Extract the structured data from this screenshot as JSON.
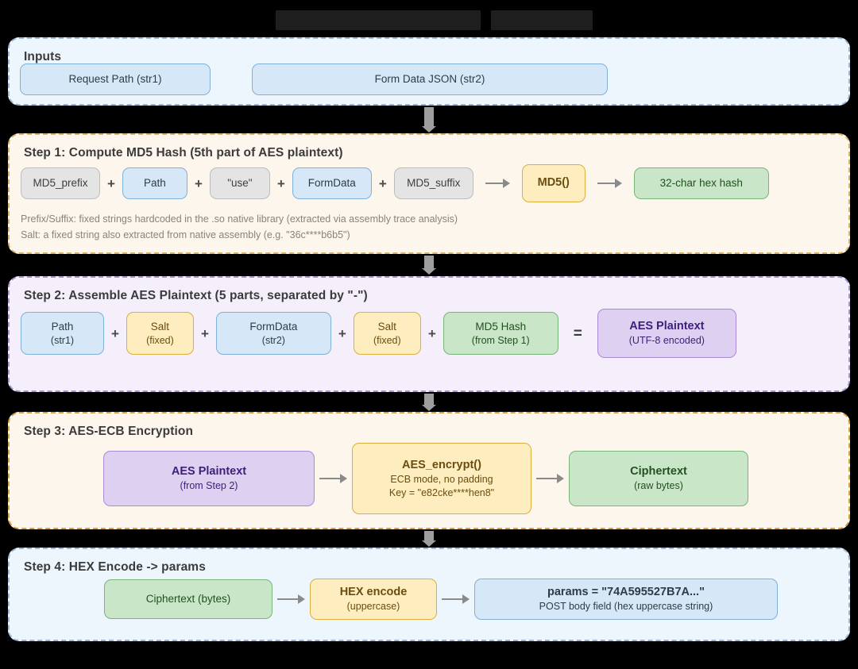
{
  "title_bars": {
    "redacted_1": "",
    "redacted_2": ""
  },
  "inputs": {
    "title": "Inputs",
    "items": [
      {
        "label": "Request Path (str1)"
      },
      {
        "label": "Form Data JSON (str2)"
      }
    ]
  },
  "step1": {
    "title": "Step 1: Compute MD5 Hash (5th part of AES plaintext)",
    "parts": [
      {
        "label": "MD5_prefix"
      },
      {
        "label": "Path"
      },
      {
        "label": "\"use\""
      },
      {
        "label": "FormData"
      },
      {
        "label": "MD5_suffix"
      }
    ],
    "plus": "+",
    "fn": "MD5()",
    "output": "32-char hex hash",
    "note_line1": "Prefix/Suffix: fixed strings hardcoded in the .so native library (extracted via assembly trace analysis)",
    "note_line2": "Salt: a fixed string also extracted from native assembly (e.g. \"36c****b6b5\")"
  },
  "step2": {
    "title": "Step 2: Assemble AES Plaintext (5 parts, separated by \"-\")",
    "plus": "+",
    "equals": "=",
    "parts": [
      {
        "line1": "Path",
        "line2": "(str1)"
      },
      {
        "line1": "Salt",
        "line2": "(fixed)"
      },
      {
        "line1": "FormData",
        "line2": "(str2)"
      },
      {
        "line1": "Salt",
        "line2": "(fixed)"
      },
      {
        "line1": "MD5 Hash",
        "line2": "(from Step 1)"
      }
    ],
    "result": {
      "line1": "AES Plaintext",
      "line2": "(UTF-8 encoded)"
    }
  },
  "step3": {
    "title": "Step 3: AES-ECB Encryption",
    "plaintext": {
      "line1": "AES Plaintext",
      "line2": "(from Step 2)"
    },
    "fn": {
      "line1": "AES_encrypt()",
      "line2": "ECB mode, no padding",
      "line3": "Key = \"e82cke****hen8\""
    },
    "ciphertext": {
      "line1": "Ciphertext",
      "line2": "(raw bytes)"
    }
  },
  "step4": {
    "title": "Step 4: HEX Encode -> params",
    "ciphertext": "Ciphertext (bytes)",
    "encode": {
      "line1": "HEX encode",
      "line2": "(uppercase)"
    },
    "output": {
      "line1": "params = \"74A595527B7A...\"",
      "line2": "POST body field (hex uppercase string)"
    }
  },
  "colors": {
    "background": "#000000",
    "blue_card": "#eef6fd",
    "yellow_card": "#fdf6ec",
    "purple_card": "#f5effc",
    "blue_node": "#d6e8f7",
    "gray_node": "#e4e4e4",
    "yellow_node": "#fdedbf",
    "green_node": "#c9e6c9",
    "purple_node": "#ddd0f0",
    "arrow": "#8a8a8a"
  }
}
